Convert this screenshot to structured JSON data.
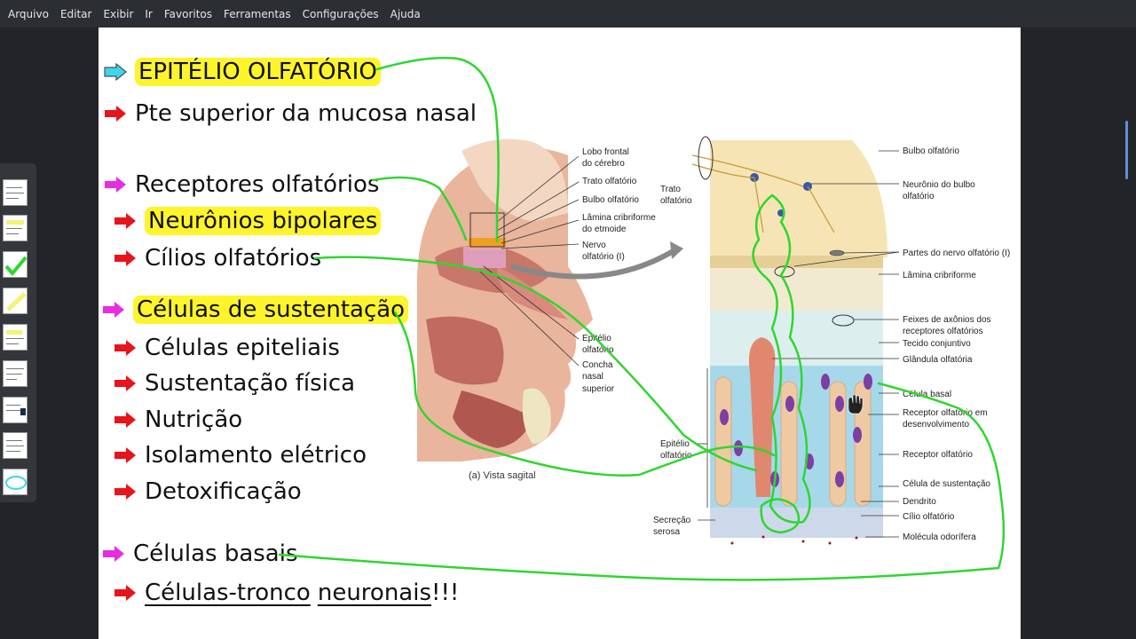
{
  "menubar": {
    "items": [
      "Arquivo",
      "Editar",
      "Exibir",
      "Ir",
      "Favoritos",
      "Ferramentas",
      "Configurações",
      "Ajuda"
    ]
  },
  "slide": {
    "title": "EPITÉLIO OLFATÓRIO",
    "line1": "Pte superior da mucosa nasal",
    "receptors": "Receptores olfatórios",
    "bipolar": "Neurônios bipolares",
    "cilia": "Cílios olfatórios",
    "support_cells": "Células de sustentação",
    "epithelial": "Células epiteliais",
    "physical": "Sustentação física",
    "nutrition": "Nutrição",
    "isolation": "Isolamento elétrico",
    "detox": "Detoxificação",
    "basal": "Células basais",
    "stem_a": "Células-tronco",
    "stem_b": "neuronais",
    "stem_c": "!!!"
  },
  "diagram": {
    "sagittal_labels": {
      "lobo1": "Lobo frontal",
      "lobo2": "do cérebro",
      "trato": "Trato olfatório",
      "bulbo": "Bulbo olfatório",
      "lamina1": "Lâmina cribriforme",
      "lamina2": "do etmoide",
      "nervo1": "Nervo",
      "nervo2": "olfatório (I)",
      "epi1": "Epitélio",
      "epi2": "olfatório",
      "concha1": "Concha",
      "concha2": "nasal",
      "concha3": "superior",
      "caption": "(a) Vista sagital"
    },
    "detail_labels": {
      "trato1": "Trato",
      "trato2": "olfatório",
      "bulbo": "Bulbo olfatório",
      "neuronio1": "Neurônio do bulbo",
      "neuronio2": "olfatório",
      "partes": "Partes do nervo olfatório (I)",
      "lamina": "Lâmina cribriforme",
      "feixes1": "Feixes de axônios dos",
      "feixes2": "receptores olfatórios",
      "tecido": "Tecido conjuntivo",
      "glandula": "Glândula olfatória",
      "basal": "Célula basal",
      "receptor_dev1": "Receptor olfatório em",
      "receptor_dev2": "desenvolvimento",
      "receptor": "Receptor olfatório",
      "sustentacao": "Célula de sustentação",
      "dendrito": "Dendrito",
      "cilio": "Cílio olfatório",
      "molecula": "Molécula odorífera",
      "epi1": "Epitélio",
      "epi2": "olfatório",
      "secrecao1": "Secreção",
      "secrecao2": "serosa"
    }
  },
  "colors": {
    "highlight": "#fdf42c",
    "arrow_red": "#e8141c",
    "arrow_magenta": "#e62ee0",
    "arrow_cyan": "#3fd6e8",
    "annotation_green": "#2fd62f"
  },
  "icons": {
    "bullet": "arrow-right-icon",
    "cursor": "hand-cursor-icon"
  }
}
